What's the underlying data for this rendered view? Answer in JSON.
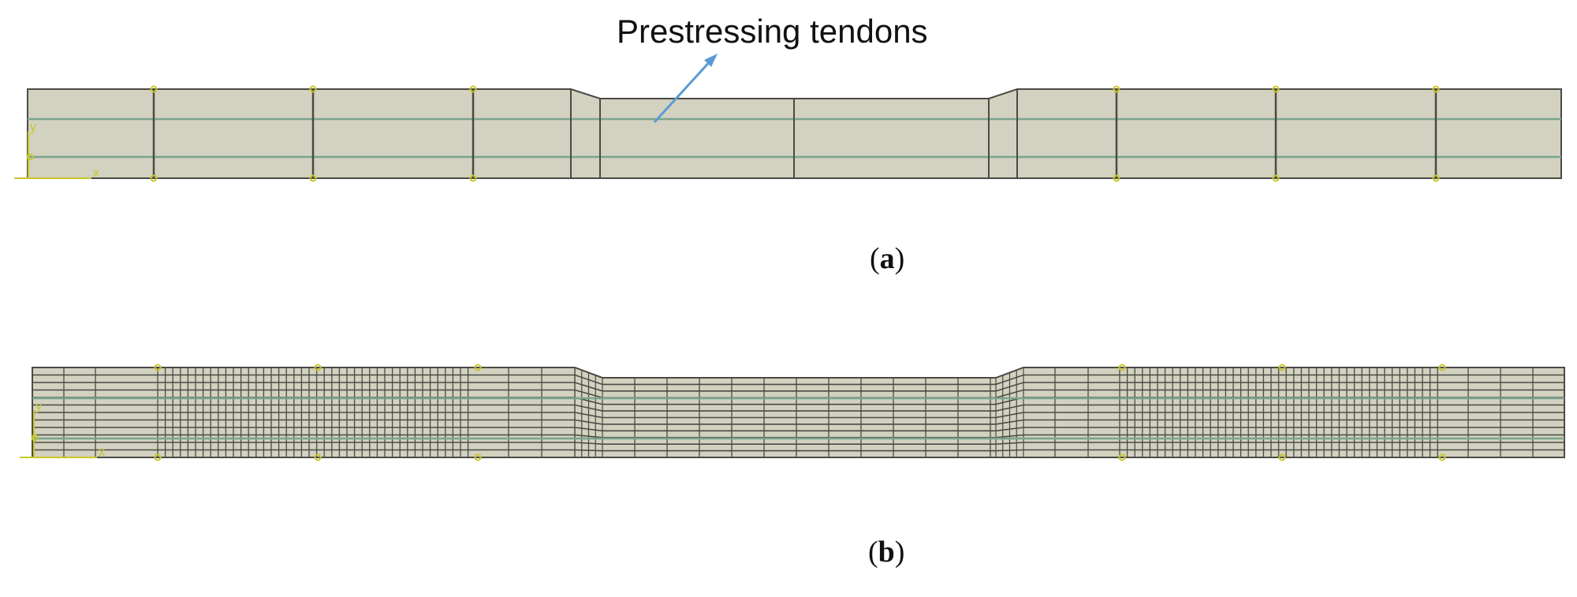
{
  "annotation": {
    "label": "Prestressing tendons"
  },
  "panels": [
    {
      "id": "a",
      "caption_letter": "a",
      "meshed": false
    },
    {
      "id": "b",
      "caption_letter": "b",
      "meshed": true
    }
  ],
  "axis_labels": {
    "x": "x",
    "y": "y"
  },
  "colors": {
    "beam_fill": "#d3d1bf",
    "beam_edge": "#4a4a45",
    "tendon": "#7aa58d",
    "arrow": "#5b9bd5",
    "constraint": "#c8c62a",
    "axis": "#c8c62a"
  }
}
